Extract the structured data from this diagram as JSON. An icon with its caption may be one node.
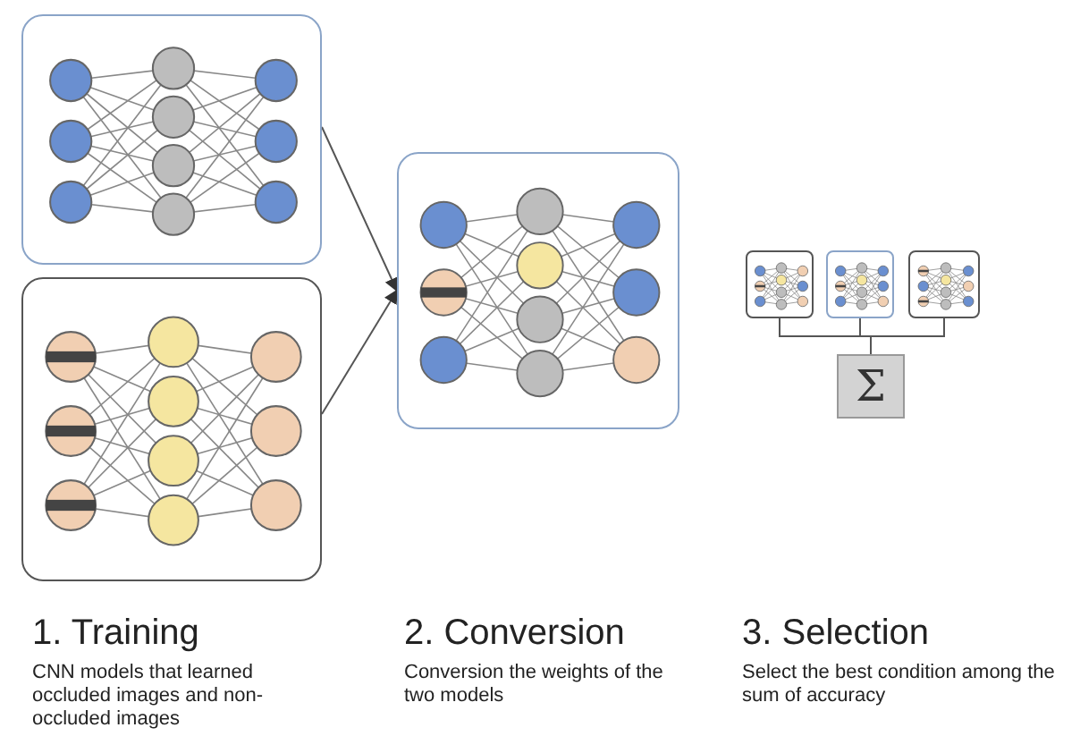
{
  "diagram": {
    "nodes": [
      {
        "text": [],
        "shape": "picture"
      },
      {
        "text": [],
        "shape": "picture"
      },
      {
        "text": [],
        "shape": "picture"
      },
      {
        "text": [],
        "shape": "picture"
      },
      {
        "text": [],
        "shape": "picture"
      },
      {
        "text": [],
        "shape": "picture"
      },
      {
        "text": [
          "Σ"
        ]
      }
    ],
    "edges": [
      {
        "from": 0,
        "to": 2,
        "arrow": "to"
      },
      {
        "from": 1,
        "to": 2,
        "arrow": "to"
      },
      {
        "from": 3,
        "to": 6,
        "arrow": "none"
      },
      {
        "from": 4,
        "to": 6,
        "arrow": "none"
      },
      {
        "from": 5,
        "to": 6,
        "arrow": "none"
      }
    ],
    "labels": [
      "1. Training",
      "CNN models that learned occluded images and non-occluded images",
      "2. Conversion",
      "Conversion the weights of the two models",
      "3. Selection",
      "Select the best condition among the sum of accuracy"
    ]
  }
}
